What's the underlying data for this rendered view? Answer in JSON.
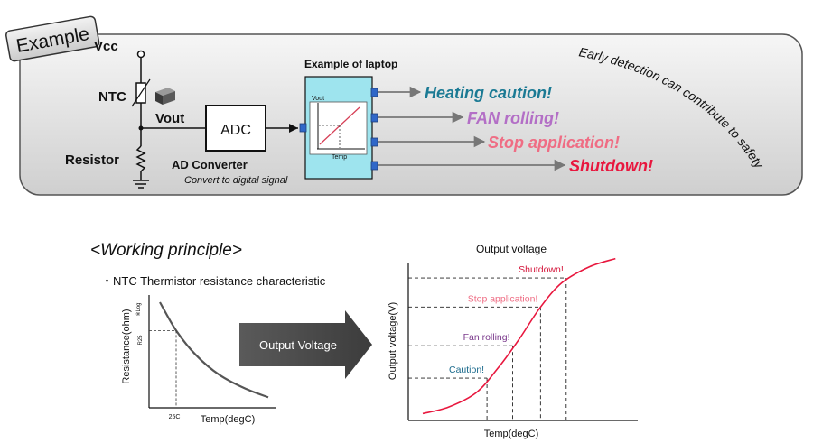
{
  "example_tag": "Example",
  "circuit": {
    "vcc": "Vcc",
    "ntc": "NTC",
    "vout": "Vout",
    "resistor": "Resistor",
    "adc": "ADC",
    "ad_converter": "AD Converter",
    "convert_note": "Convert to digital signal"
  },
  "laptop": {
    "title": "Example of laptop",
    "vout_label": "Vout",
    "temp_label": "Temp"
  },
  "actions": [
    {
      "label": "Heating caution!",
      "color": "#1b7a94"
    },
    {
      "label": "FAN rolling!",
      "color": "#b36fc6"
    },
    {
      "label": "Stop application!",
      "color": "#ef6d84"
    },
    {
      "label": "Shutdown!",
      "color": "#e8173e"
    }
  ],
  "curved_note": "Early detection can contribute to safety",
  "principle": {
    "heading": "<Working principle>",
    "bullet": "・NTC Thermistor resistance characteristic",
    "arrow_label": "Output Voltage"
  },
  "chart_data": [
    {
      "type": "line",
      "title": "",
      "xlabel": "Temp(degC)",
      "ylabel": "Resistance(ohm)",
      "y_scale_note": "※Log",
      "ticks": {
        "x": "25C",
        "y": "R25"
      },
      "series": [
        {
          "values": [
            {
              "x": 0.0,
              "y": 1.0
            },
            {
              "x": 0.15,
              "y": 0.72
            },
            {
              "x": 0.33,
              "y": 0.48
            },
            {
              "x": 0.55,
              "y": 0.28
            },
            {
              "x": 0.8,
              "y": 0.14
            },
            {
              "x": 1.0,
              "y": 0.06
            }
          ]
        }
      ],
      "reference": {
        "x": 0.15,
        "y": 0.72
      }
    },
    {
      "type": "line",
      "title": "Output voltage",
      "xlabel": "Temp(degC)",
      "ylabel": "Output voltage(V)",
      "series": [
        {
          "values": [
            {
              "x": 0.0,
              "y": 0.02
            },
            {
              "x": 0.12,
              "y": 0.06
            },
            {
              "x": 0.25,
              "y": 0.15
            },
            {
              "x": 0.35,
              "y": 0.3
            },
            {
              "x": 0.45,
              "y": 0.48
            },
            {
              "x": 0.55,
              "y": 0.68
            },
            {
              "x": 0.65,
              "y": 0.83
            },
            {
              "x": 0.78,
              "y": 0.93
            },
            {
              "x": 0.9,
              "y": 0.98
            }
          ]
        }
      ],
      "thresholds": [
        {
          "label": "Caution!",
          "color": "#1b6a8c",
          "x": 0.3,
          "y": 0.24
        },
        {
          "label": "Fan rolling!",
          "color": "#7b3a8c",
          "x": 0.42,
          "y": 0.44
        },
        {
          "label": "Stop application!",
          "color": "#ef6d84",
          "x": 0.55,
          "y": 0.68
        },
        {
          "label": "Shutdown!",
          "color": "#d4163b",
          "x": 0.67,
          "y": 0.86
        }
      ]
    }
  ]
}
